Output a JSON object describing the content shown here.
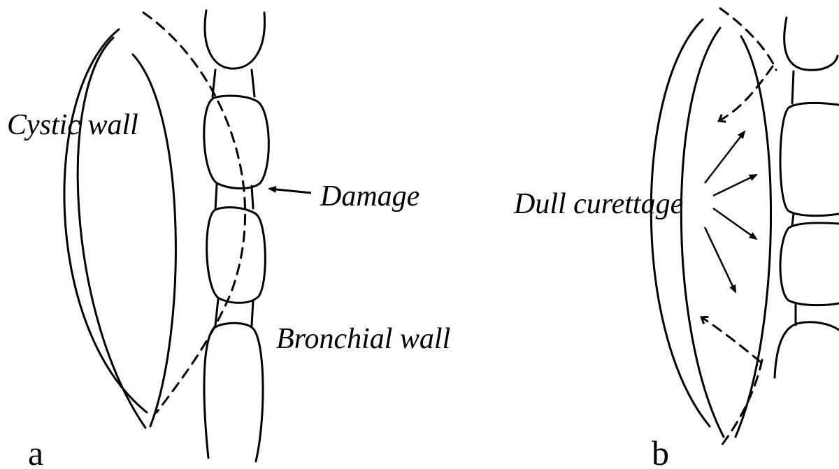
{
  "panel_a": {
    "letter": "a",
    "labels": {
      "cystic_wall": "Cystic wall",
      "damage": "Damage",
      "bronchial_wall": "Bronchial wall"
    }
  },
  "panel_b": {
    "letter": "b",
    "labels": {
      "dull_curettage": "Dull curettage"
    }
  }
}
